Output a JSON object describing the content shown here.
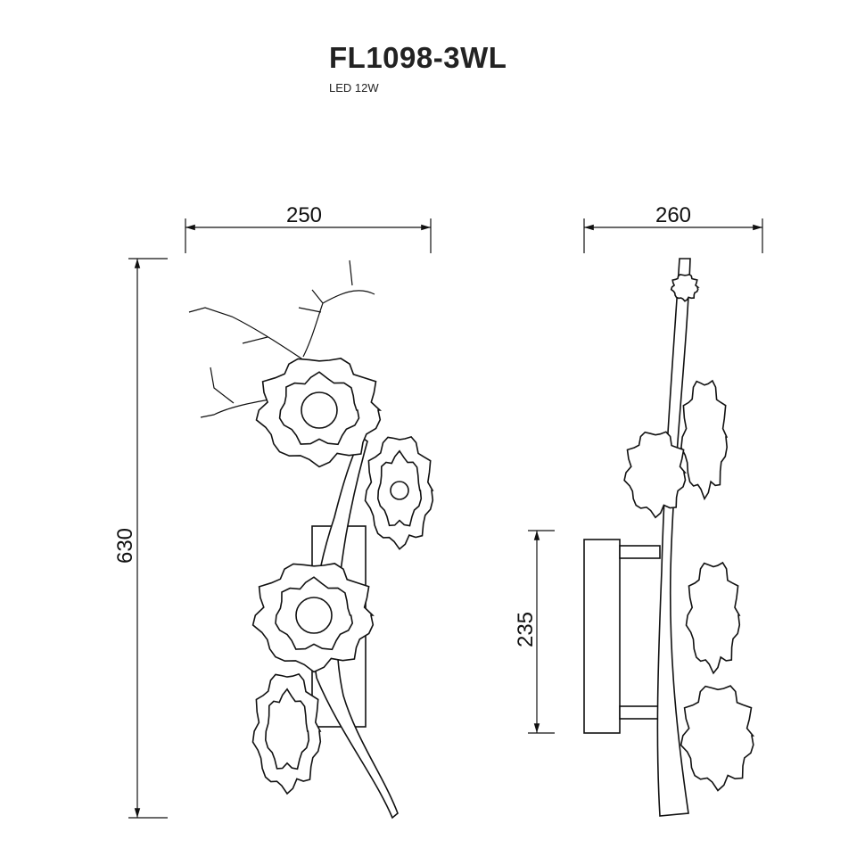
{
  "title": "FL1098-3WL",
  "subtitle": "LED 12W",
  "dimensions": {
    "front_width": "250",
    "side_depth": "260",
    "height": "630",
    "base_height": "235"
  }
}
